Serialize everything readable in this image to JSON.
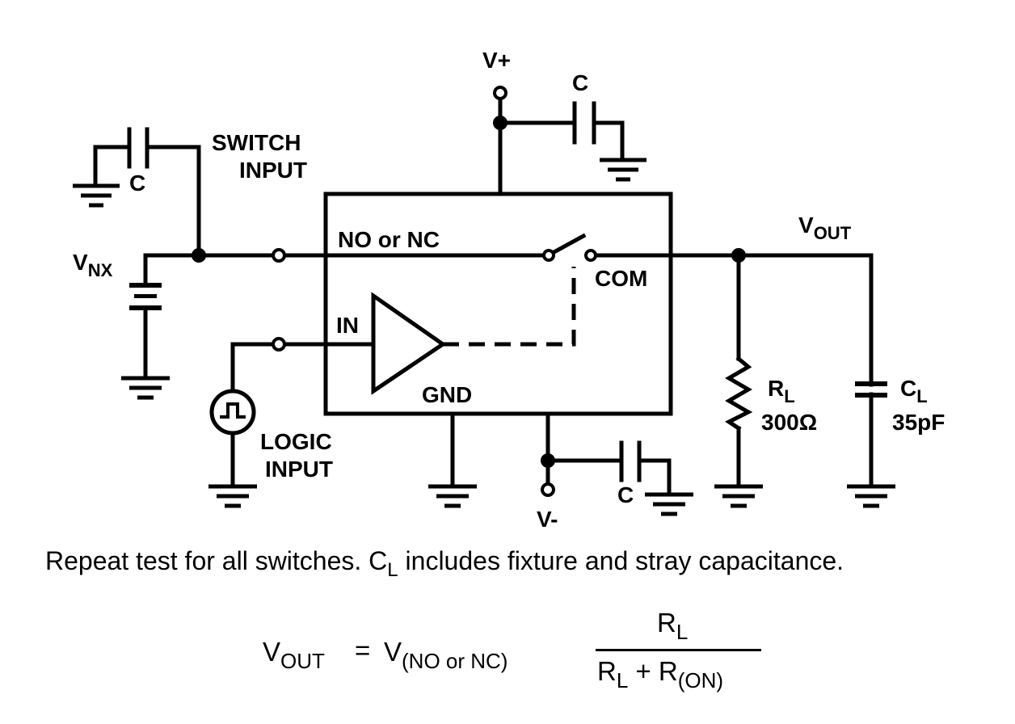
{
  "labels": {
    "v_plus": "V+",
    "c_top": "C",
    "switch_input_line1": "SWITCH",
    "switch_input_line2": "INPUT",
    "c_left": "C",
    "vnx_main": "V",
    "vnx_sub": "NX",
    "no_or_nc": "NO or NC",
    "com": "COM",
    "in": "IN",
    "gnd": "GND",
    "vout_main": "V",
    "vout_sub": "OUT",
    "rl_main": "R",
    "rl_sub": "L",
    "rl_value": "300Ω",
    "cl_main": "C",
    "cl_sub": "L",
    "cl_value": "35pF",
    "logic_input_line1": "LOGIC",
    "logic_input_line2": "INPUT",
    "c_bottom": "C",
    "v_minus": "V-"
  },
  "note": {
    "text_part1": "Repeat test for all switches. C",
    "text_sub": "L",
    "text_part2": " includes fixture and stray capacitance."
  },
  "equation": {
    "lhs_main": "V",
    "lhs_sub": "OUT",
    "equals": "=",
    "v_main": "V",
    "v_sub": "(NO or NC)",
    "num_main": "R",
    "num_sub": "L",
    "den_main1": "R",
    "den_sub1": "L",
    "den_plus": " + R",
    "den_sub2": "(ON)"
  }
}
